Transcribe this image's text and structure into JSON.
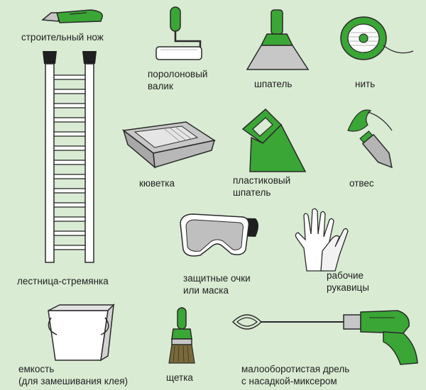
{
  "colors": {
    "background": "#d9ebd3",
    "accent_green": "#3aa635",
    "outline": "#2a2a2a",
    "metal": "#c7c7c7"
  },
  "items": {
    "knife": {
      "icon": "utility-knife-icon",
      "line1": "строительный нож"
    },
    "ladder": {
      "icon": "step-ladder-icon",
      "line1": "лестница-стремянка"
    },
    "roller": {
      "icon": "foam-roller-icon",
      "line1": "поролоновый",
      "line2": "валик"
    },
    "spatula": {
      "icon": "spatula-icon",
      "line1": "шпатель"
    },
    "thread": {
      "icon": "thread-spool-icon",
      "line1": "нить"
    },
    "tray": {
      "icon": "paint-tray-icon",
      "line1": "кюветка"
    },
    "plastic_spatula": {
      "icon": "plastic-spatula-icon",
      "line1": "пластиковый",
      "line2": "шпатель"
    },
    "plumb": {
      "icon": "plumb-bob-icon",
      "line1": "отвес"
    },
    "goggles": {
      "icon": "safety-goggles-icon",
      "line1": "защитные очки",
      "line2": "или маска"
    },
    "gloves": {
      "icon": "work-gloves-icon",
      "line1": "рабочие",
      "line2": "рукавицы"
    },
    "bucket": {
      "icon": "bucket-icon",
      "line1": "емкость",
      "line2": "(для замешивания клея)"
    },
    "brush": {
      "icon": "brush-icon",
      "line1": "щетка"
    },
    "drill": {
      "icon": "mixer-drill-icon",
      "line1": "малооборотистая дрель",
      "line2": "с насадкой-миксером"
    }
  }
}
